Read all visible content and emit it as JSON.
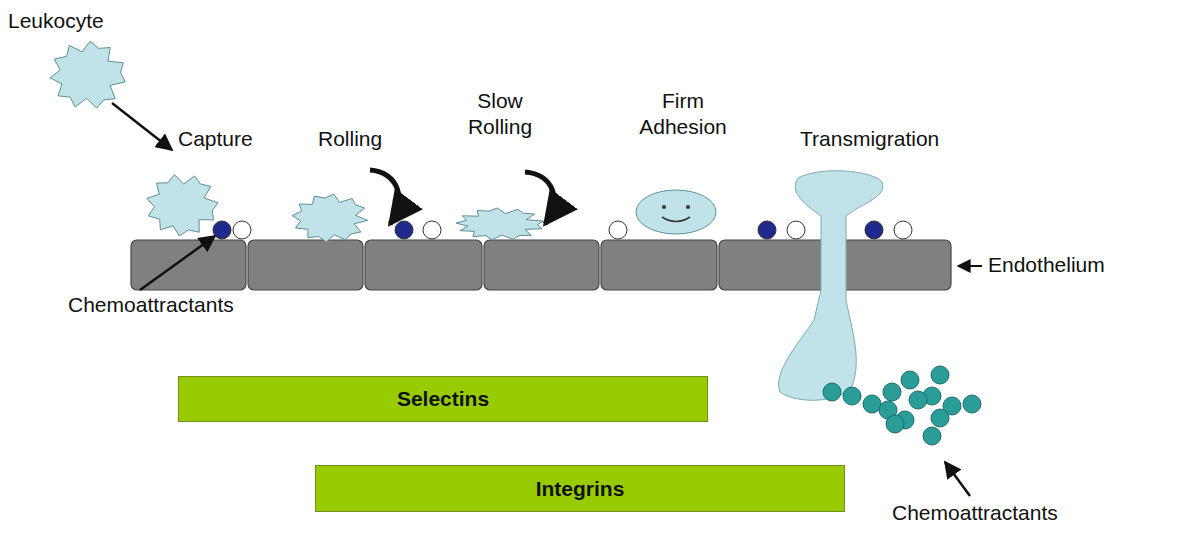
{
  "diagram": {
    "nodes": [
      {
        "text": [
          "Selectins"
        ]
      },
      {
        "text": [
          "Integrins"
        ]
      }
    ],
    "labels": [
      "Leukocyte",
      "Capture",
      "Rolling",
      "Slow Rolling",
      "Firm Adhesion",
      "Transmigration",
      "Chemoattractants",
      "Endothelium",
      "Chemoattractants"
    ]
  }
}
